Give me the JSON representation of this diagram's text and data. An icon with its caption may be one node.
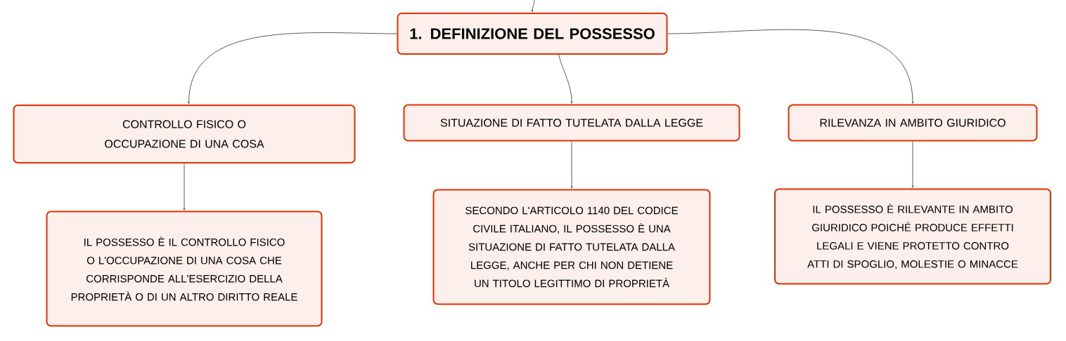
{
  "diagram": {
    "nodes": [
      {
        "text": [
          "1. DEFINIZIONE DEL POSSESSO"
        ]
      },
      {
        "text": [
          "CONTROLLO FISICO O OCCUPAZIONE DI UNA COSA"
        ]
      },
      {
        "text": [
          "SITUAZIONE DI FATTO TUTELATA DALLA LEGGE"
        ]
      },
      {
        "text": [
          "RILEVANZA IN AMBITO GIURIDICO"
        ]
      },
      {
        "text": [
          "IL POSSESSO È IL CONTROLLO FISICO O L'OCCUPAZIONE DI UNA COSA CHE CORRISPONDE ALL'ESERCIZIO DELLA PROPRIETÀ O DI UN ALTRO DIRITTO REALE"
        ]
      },
      {
        "text": [
          "SECONDO L'ARTICOLO 1140 DEL CODICE CIVILE ITALIANO, IL POSSESSO È UNA SITUAZIONE DI FATTO TUTELATA DALLA LEGGE, ANCHE PER CHI NON DETIENE UN TITOLO LEGITTIMO DI PROPRIETÀ"
        ]
      },
      {
        "text": [
          "IL POSSESSO È RILEVANTE IN AMBITO GIURIDICO POICHÉ PRODUCE EFFETTI LEGALI E VIENE PROTETTO CONTRO ATTI DI SPOGLIO, MOLESTIE O MINACCE"
        ]
      }
    ],
    "edges": [
      {
        "from": null,
        "to": 0,
        "arrow": "to"
      },
      {
        "from": 0,
        "to": 1,
        "arrow": "to"
      },
      {
        "from": 0,
        "to": 2,
        "arrow": "to"
      },
      {
        "from": 0,
        "to": 3,
        "arrow": "to"
      },
      {
        "from": 1,
        "to": 4,
        "arrow": "to"
      },
      {
        "from": 2,
        "to": 5,
        "arrow": "to"
      },
      {
        "from": 3,
        "to": 6,
        "arrow": "to"
      }
    ]
  }
}
